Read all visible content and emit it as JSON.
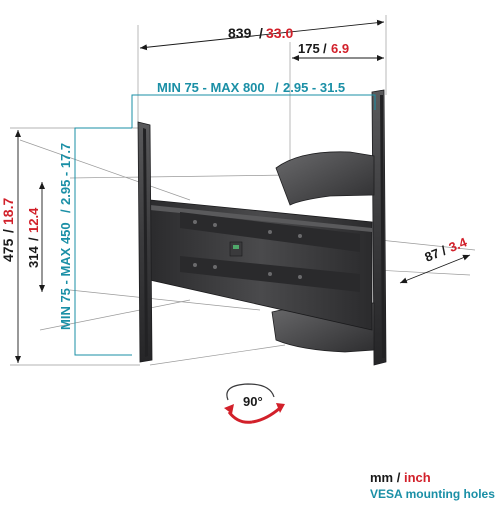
{
  "dimensions": {
    "total_width": {
      "mm": "839",
      "inch": "33.0"
    },
    "offset_width": {
      "mm": "175",
      "inch": "6.9"
    },
    "vesa_horizontal": {
      "mm": "MIN 75 - MAX 800",
      "inch": "2.95 - 31.5"
    },
    "total_height": {
      "mm": "475",
      "inch": "18.7"
    },
    "mount_height": {
      "mm": "314",
      "inch": "12.4"
    },
    "vesa_vertical": {
      "mm": "MIN 75 - MAX 450",
      "inch": "2.95 - 17.7"
    },
    "depth": {
      "mm": "87",
      "inch": "3.4"
    }
  },
  "rotation": {
    "label": "90°"
  },
  "legend": {
    "mm": "mm",
    "separator": "/",
    "inch": "inch",
    "vesa": "VESA mounting holes"
  },
  "colors": {
    "mm": "#1a1a1a",
    "inch": "#d2202a",
    "vesa": "#1a8fa6",
    "bracket": "#3a3a3c"
  }
}
